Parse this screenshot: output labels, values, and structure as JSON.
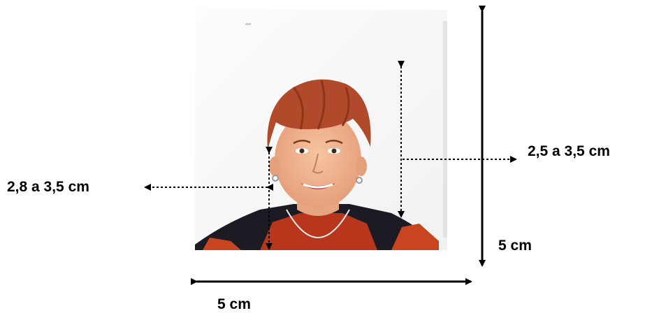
{
  "labels": {
    "head_height_range": "2,5 a 3,5 cm",
    "face_height_range": "2,8 a 3,5 cm",
    "photo_height": "5 cm",
    "photo_width": "5 cm"
  },
  "colors": {
    "hair": "#b04a2a",
    "skin": "#f0b48e",
    "sweater": "#b8361c",
    "scarf": "#1c1a22",
    "arrow": "#000000"
  }
}
